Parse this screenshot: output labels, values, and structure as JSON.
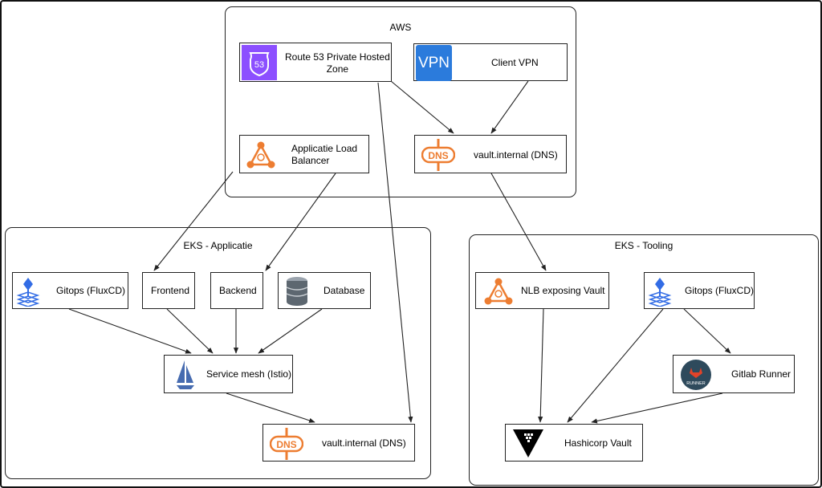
{
  "groups": {
    "aws": "AWS",
    "eks_app": "EKS - Applicatie",
    "eks_tool": "EKS - Tooling"
  },
  "nodes": {
    "route53": {
      "label": "Route 53 Private Hosted\nZone",
      "icon": "route53-icon",
      "icon_text": "53"
    },
    "client_vpn": {
      "label": "Client VPN",
      "icon": "vpn-icon",
      "icon_text": "VPN"
    },
    "alb": {
      "label": "Applicatie Load\nBalancer",
      "icon": "load-balancer-icon"
    },
    "vault_dns_aws": {
      "label": "vault.internal (DNS)",
      "icon": "dns-icon",
      "icon_text": "DNS"
    },
    "gitops_app": {
      "label": "Gitops (FluxCD)",
      "icon": "fluxcd-icon"
    },
    "frontend": {
      "label": "Frontend"
    },
    "backend": {
      "label": "Backend"
    },
    "database": {
      "label": "Database",
      "icon": "database-icon"
    },
    "service_mesh": {
      "label": "Service mesh (Istio)",
      "icon": "istio-icon"
    },
    "vault_dns_app": {
      "label": "vault.internal (DNS)",
      "icon": "dns-icon",
      "icon_text": "DNS"
    },
    "nlb": {
      "label": "NLB exposing Vault",
      "icon": "load-balancer-icon"
    },
    "gitops_tool": {
      "label": "Gitops (FluxCD)",
      "icon": "fluxcd-icon"
    },
    "gitlab_runner": {
      "label": "Gitlab Runner",
      "icon": "gitlab-runner-icon",
      "icon_text": "RUNNER"
    },
    "vault": {
      "label": "Hashicorp Vault",
      "icon": "vault-icon"
    }
  },
  "colors": {
    "route53_purple": "#8c4fff",
    "vpn_blue": "#2b7bdc",
    "aws_orange": "#ed7d31",
    "flux_blue": "#326ce5",
    "istio_navy": "#466bb0",
    "gitlab_dark": "#2e4a5c",
    "gitlab_orange": "#e24329"
  }
}
